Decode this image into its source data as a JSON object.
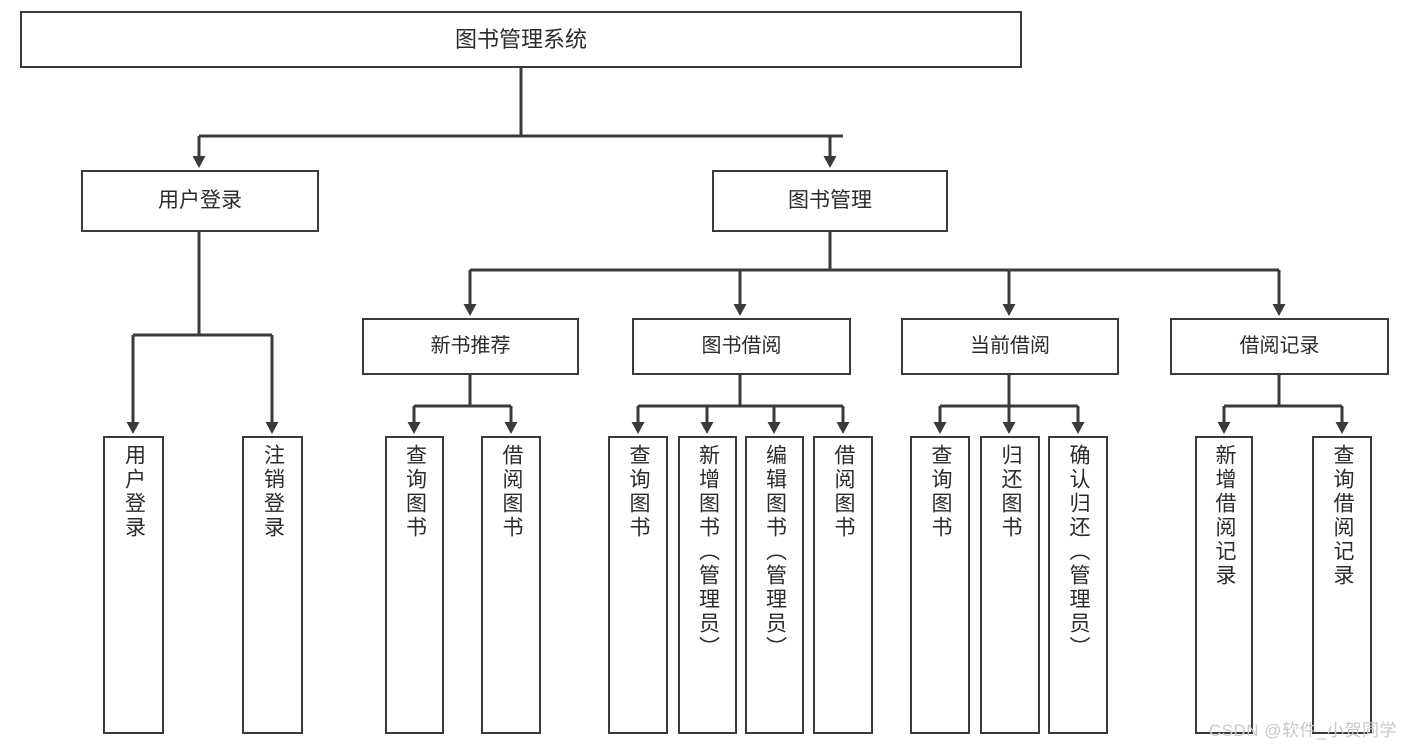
{
  "diagram": {
    "title": "图书管理系统",
    "type": "hierarchy-tree",
    "root": {
      "label": "图书管理系统"
    },
    "level1": [
      {
        "label": "用户登录"
      },
      {
        "label": "图书管理"
      }
    ],
    "level2": [
      {
        "label": "新书推荐"
      },
      {
        "label": "图书借阅"
      },
      {
        "label": "当前借阅"
      },
      {
        "label": "借阅记录"
      }
    ],
    "leaves": {
      "login": [
        {
          "label": "用户登录"
        },
        {
          "label": "注销登录"
        }
      ],
      "newbook": [
        {
          "label": "查询图书"
        },
        {
          "label": "借阅图书"
        }
      ],
      "borrow": [
        {
          "label": "查询图书"
        },
        {
          "label": "新增图书（管理员）"
        },
        {
          "label": "编辑图书（管理员）"
        },
        {
          "label": "借阅图书"
        }
      ],
      "current": [
        {
          "label": "查询图书"
        },
        {
          "label": "归还图书"
        },
        {
          "label": "确认归还（管理员）"
        }
      ],
      "record": [
        {
          "label": "新增借阅记录"
        },
        {
          "label": "查询借阅记录"
        }
      ]
    }
  },
  "watermark": {
    "text": "CSDN @软件_小贺同学"
  },
  "colors": {
    "stroke": "#3a3a3a",
    "text": "#2b2b2b",
    "background": "#ffffff",
    "watermark": "#c9c9c9"
  }
}
